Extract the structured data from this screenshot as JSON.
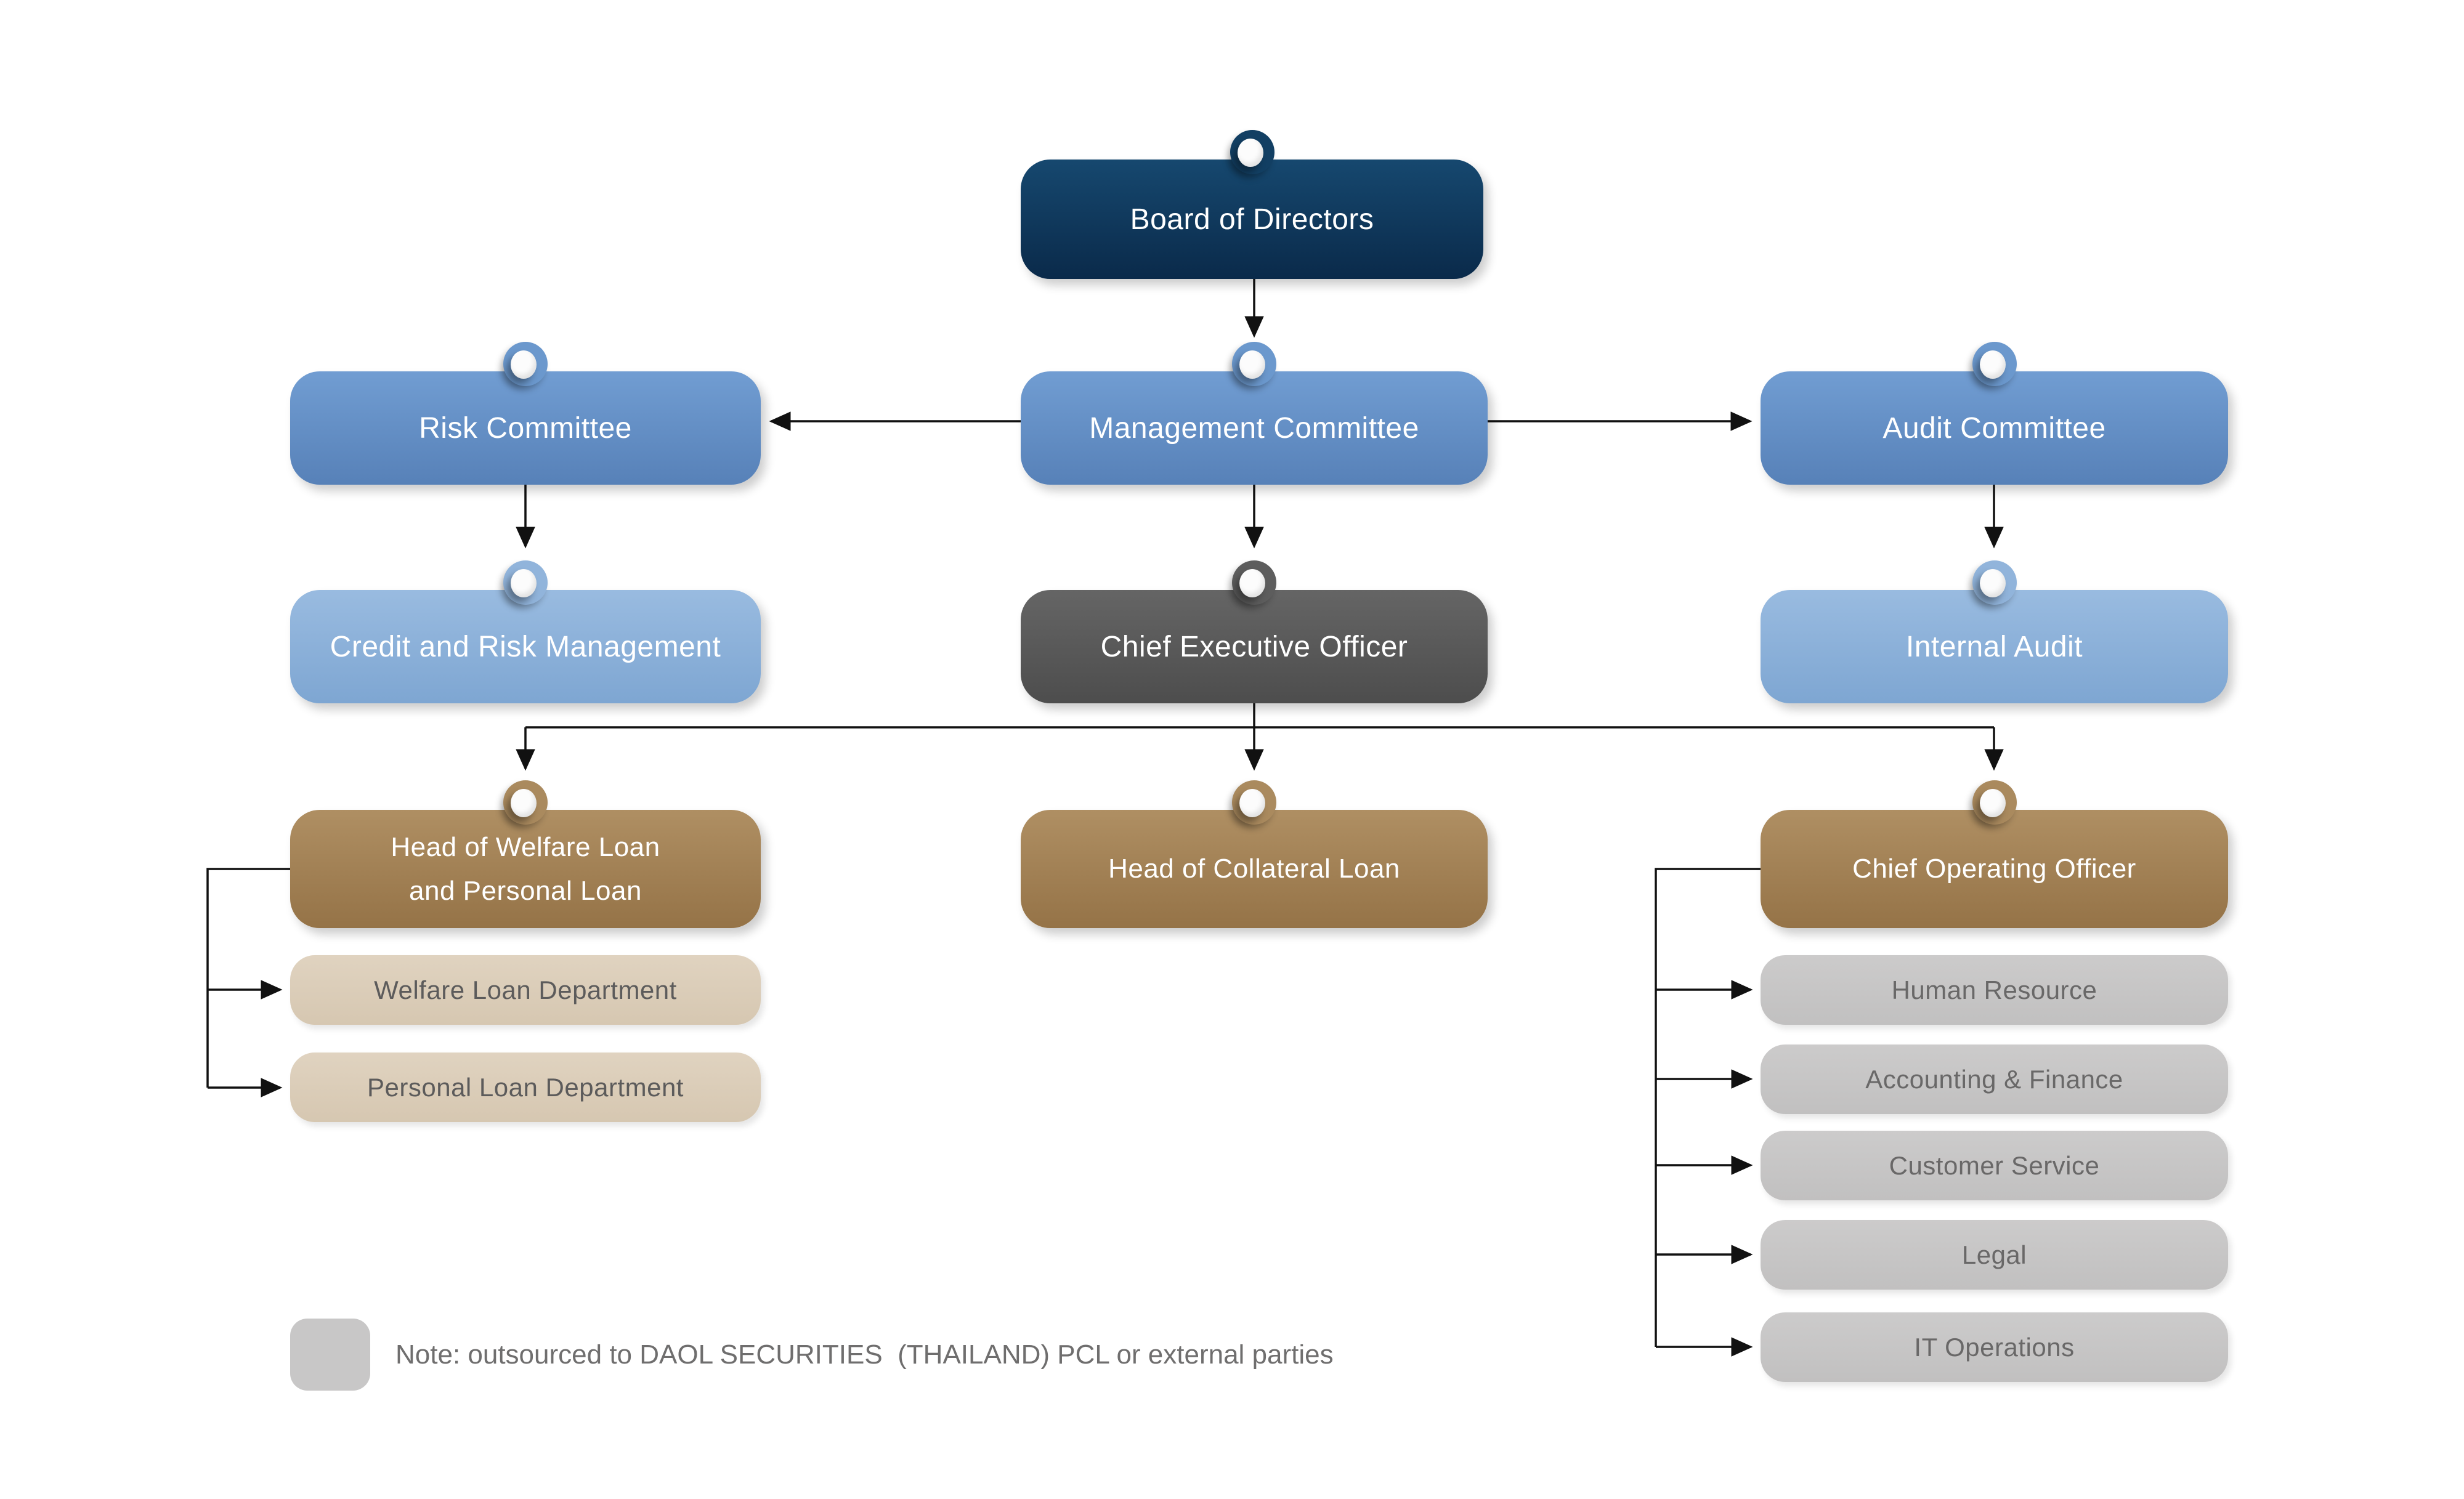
{
  "diagram": {
    "nodes": {
      "board": {
        "label": "Board of Directors"
      },
      "risk_committee": {
        "label": "Risk Committee"
      },
      "management_committee": {
        "label": "Management Committee"
      },
      "audit_committee": {
        "label": "Audit Committee"
      },
      "credit_risk": {
        "label": "Credit and Risk Management"
      },
      "ceo": {
        "label": "Chief Executive Officer"
      },
      "internal_audit": {
        "label": "Internal Audit"
      },
      "head_welfare": {
        "label_line1": "Head of Welfare Loan",
        "label_line2": "and Personal Loan"
      },
      "head_collateral": {
        "label": "Head of Collateral Loan"
      },
      "coo": {
        "label": "Chief Operating Officer"
      },
      "welfare_dept": {
        "label": "Welfare Loan Department"
      },
      "personal_dept": {
        "label": "Personal Loan Department"
      },
      "human_resource": {
        "label": "Human Resource"
      },
      "accounting_finance": {
        "label": "Accounting & Finance"
      },
      "customer_service": {
        "label": "Customer Service"
      },
      "legal": {
        "label": "Legal"
      },
      "it_operations": {
        "label": "IT Operations"
      }
    },
    "note": {
      "text": "Note: outsourced to DAOL SECURITIES  (THAILAND) PCL or external parties"
    },
    "colors": {
      "navy": "#0e3a5e",
      "blue": "#6496c8",
      "light_blue": "#8db0d8",
      "dark_gray": "#595959",
      "brown": "#a3845a",
      "tan": "#dccfba",
      "gray": "#c7c6c6",
      "line": "#111111",
      "note_text": "#6f6e6e"
    }
  }
}
